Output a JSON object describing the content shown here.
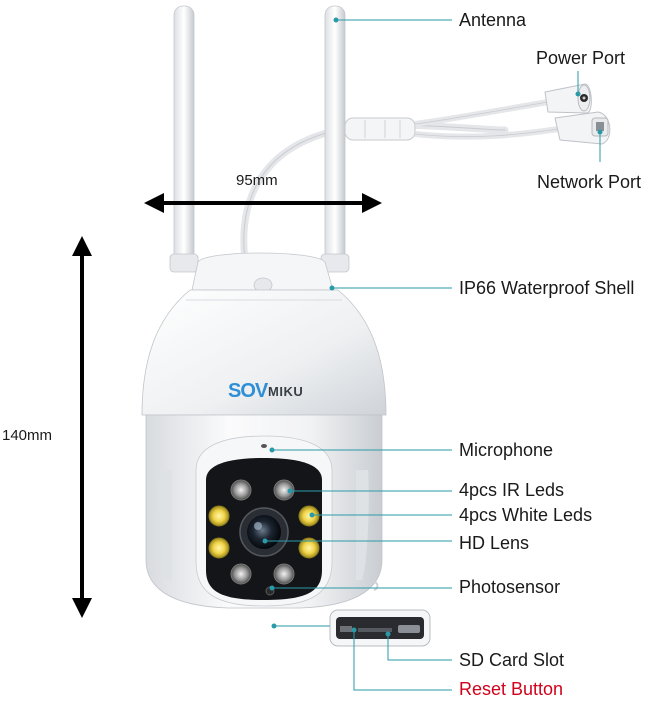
{
  "colors": {
    "leader": "#2a9aa8",
    "arrow": "#000000",
    "warning_label": "#d0021b",
    "logo_blue": "#2f8fd6",
    "shell": "#f3f4f6"
  },
  "brand": {
    "logo_text": "SOVMIKU"
  },
  "dimensions": {
    "width": "95mm",
    "height": "140mm"
  },
  "callouts": {
    "antenna": "Antenna",
    "power_port": "Power Port",
    "network_port": "Network Port",
    "shell": "IP66 Waterproof Shell",
    "microphone": "Microphone",
    "ir_leds": "4pcs IR Leds",
    "white_leds": "4pcs White Leds",
    "lens": "HD Lens",
    "photosensor": "Photosensor",
    "sd_card": "SD Card Slot",
    "reset": "Reset Button"
  }
}
